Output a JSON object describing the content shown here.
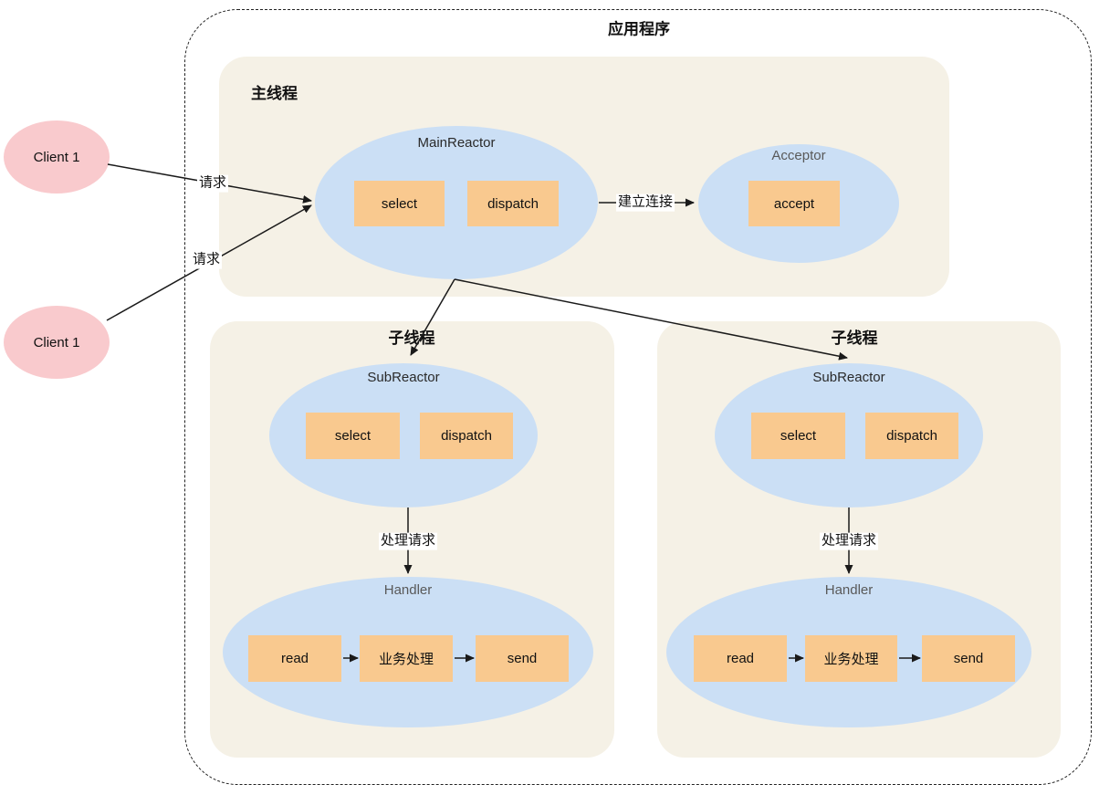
{
  "diagram": {
    "title": "应用程序",
    "clients": [
      {
        "label": "Client 1"
      },
      {
        "label": "Client 1"
      }
    ],
    "main_thread": {
      "label": "主线程",
      "main_reactor": {
        "title": "MainReactor",
        "select": "select",
        "dispatch": "dispatch"
      },
      "acceptor": {
        "title": "Acceptor",
        "accept": "accept"
      }
    },
    "sub_threads": [
      {
        "label": "子线程",
        "sub_reactor": {
          "title": "SubReactor",
          "select": "select",
          "dispatch": "dispatch"
        },
        "process_label": "处理请求",
        "handler": {
          "title": "Handler",
          "read": "read",
          "business": "业务处理",
          "send": "send"
        }
      },
      {
        "label": "子线程",
        "sub_reactor": {
          "title": "SubReactor",
          "select": "select",
          "dispatch": "dispatch"
        },
        "process_label": "处理请求",
        "handler": {
          "title": "Handler",
          "read": "read",
          "business": "业务处理",
          "send": "send"
        }
      }
    ],
    "edge_labels": {
      "request_top": "请求",
      "request_bottom": "请求",
      "establish": "建立连接"
    },
    "colors": {
      "thread_bg": "#f5f1e6",
      "ellipse_bg": "#cbdff5",
      "op_bg": "#f9c98f",
      "client_bg": "#f9cacd",
      "line": "#1a1a1a"
    }
  }
}
